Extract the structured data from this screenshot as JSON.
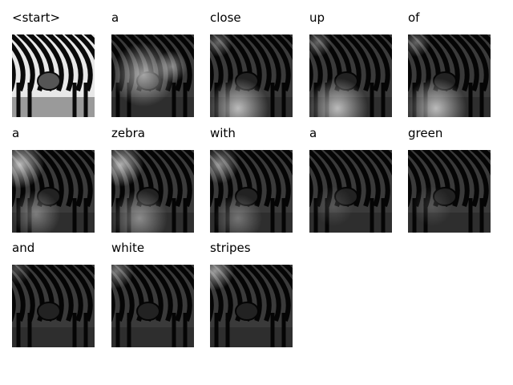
{
  "caption_tokens": [
    {
      "word": "<start>",
      "attention": "none"
    },
    {
      "word": "a",
      "attention": "upper-left-soft"
    },
    {
      "word": "close",
      "attention": "lower-left"
    },
    {
      "word": "up",
      "attention": "lower-left"
    },
    {
      "word": "of",
      "attention": "lower-left"
    },
    {
      "word": "a",
      "attention": "upper-left"
    },
    {
      "word": "zebra",
      "attention": "upper-left-lower"
    },
    {
      "word": "with",
      "attention": "upper-left-lower-soft"
    },
    {
      "word": "a",
      "attention": "faint"
    },
    {
      "word": "green",
      "attention": "faint"
    },
    {
      "word": "and",
      "attention": "top-left-faint"
    },
    {
      "word": "white",
      "attention": "top-left"
    },
    {
      "word": "stripes",
      "attention": "top-left-bright"
    }
  ]
}
